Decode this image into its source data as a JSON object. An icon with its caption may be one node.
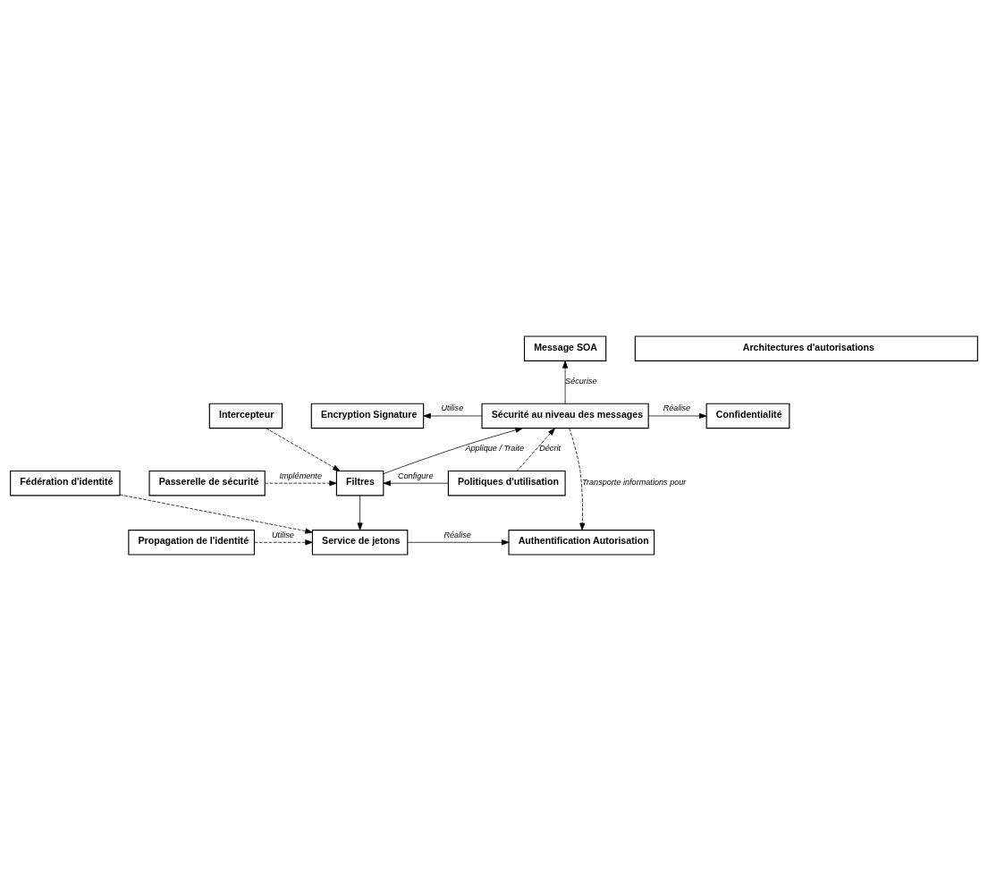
{
  "diagram": {
    "nodes": [
      {
        "text": [
          "Message SOA"
        ]
      },
      {
        "text": [
          "Encryption Signature"
        ]
      },
      {
        "text": [
          "Sécurité au niveau des messages"
        ]
      },
      {
        "text": [
          "Confidentialité"
        ]
      },
      {
        "text": [
          "Politiques d'utilisation"
        ]
      },
      {
        "text": [
          "Filtres"
        ]
      },
      {
        "text": [
          "Passerelle de sécurité"
        ]
      },
      {
        "text": [
          "Intercepteur"
        ]
      },
      {
        "text": [
          "Propagation de l'identité"
        ]
      },
      {
        "text": [
          "Service de jetons"
        ]
      },
      {
        "text": [
          "Authentification Autorisation"
        ]
      },
      {
        "text": [
          "Fédération d'identité"
        ]
      },
      {
        "text": [
          "Architectures d'autorisations"
        ]
      }
    ],
    "edges": [
      {
        "from": 2,
        "to": 0,
        "arrow": "to",
        "label": "Sécurise"
      },
      {
        "from": 2,
        "to": 1,
        "arrow": "to",
        "label": "Utilise"
      },
      {
        "from": 2,
        "to": 3,
        "arrow": "to",
        "label": "Réalise"
      },
      {
        "from": 4,
        "to": 2,
        "arrow": "to",
        "label": "Décrit",
        "style": "dashed"
      },
      {
        "from": 5,
        "to": 2,
        "arrow": "to",
        "label": "Applique / Traite"
      },
      {
        "from": 4,
        "to": 5,
        "arrow": "to",
        "label": "Configure"
      },
      {
        "from": 6,
        "to": 5,
        "arrow": "to",
        "label": "Implémente",
        "style": "dashed"
      },
      {
        "from": 7,
        "to": 5,
        "arrow": "to",
        "style": "dashed"
      },
      {
        "from": 2,
        "to": 10,
        "arrow": "to",
        "label": "Transporte informations pour",
        "style": "dashed"
      },
      {
        "from": 5,
        "to": 9,
        "arrow": "to"
      },
      {
        "from": 8,
        "to": 9,
        "arrow": "to",
        "label": "Utilise",
        "style": "dashed"
      },
      {
        "from": 11,
        "to": 9,
        "arrow": "to",
        "style": "dashed"
      },
      {
        "from": 9,
        "to": 10,
        "arrow": "to",
        "label": "Réalise"
      }
    ]
  }
}
